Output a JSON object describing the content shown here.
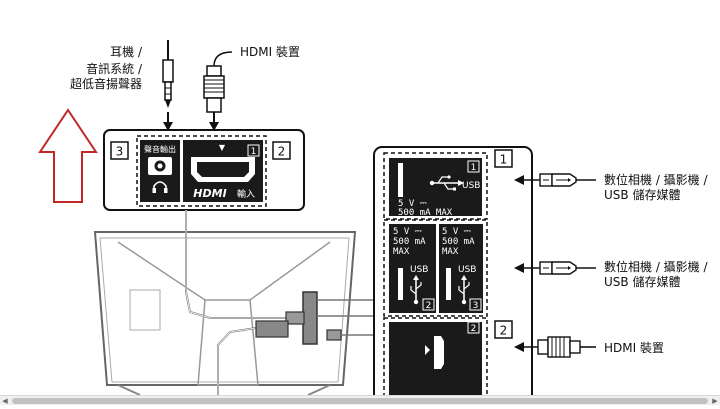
{
  "labels": {
    "headphone_line1": "耳機 /",
    "headphone_line2": "音訊系統 /",
    "headphone_line3": "超低音揚聲器",
    "hdmi_device_top": "HDMI 裝置",
    "camera_line1_a": "數位相機 / 攝影機 /",
    "camera_line2_a": "USB 儲存媒體",
    "camera_line1_b": "數位相機 / 攝影機 /",
    "camera_line2_b": "USB 儲存媒體",
    "hdmi_device_right": "HDMI 裝置"
  },
  "panel_top": {
    "badge_left": "3",
    "badge_right": "2",
    "audio_out_label": "聲音輸出",
    "hdmi_port_number": "1",
    "hdmi_logo": "HDMI",
    "hdmi_input_label": "輸入"
  },
  "panel_right": {
    "usb1": {
      "number": "1",
      "usb_text": "USB",
      "spec1": "5 V ⎓",
      "spec2": "500 mA MAX"
    },
    "usb2": {
      "number": "2",
      "usb_text": "USB",
      "spec1": "5 V ⎓",
      "spec2": "500 mA",
      "spec3": "MAX"
    },
    "usb3": {
      "number": "3",
      "usb_text": "USB",
      "spec1": "5 V ⎓",
      "spec2": "500 mA",
      "spec3": "MAX"
    },
    "hdmi2_number": "2",
    "badge_1": "1",
    "badge_2": "2"
  },
  "icons": [
    "up-arrow-icon",
    "headphone-icon",
    "usb-icon",
    "usb-plug-icon",
    "hdmi-plug-icon",
    "audio-plug-icon",
    "left-arrow-icon"
  ],
  "colors": {
    "outline": "#111111",
    "tv_gray": "#555555",
    "arrow_red": "#c0282a",
    "panel_dark": "#1a1a1a"
  }
}
